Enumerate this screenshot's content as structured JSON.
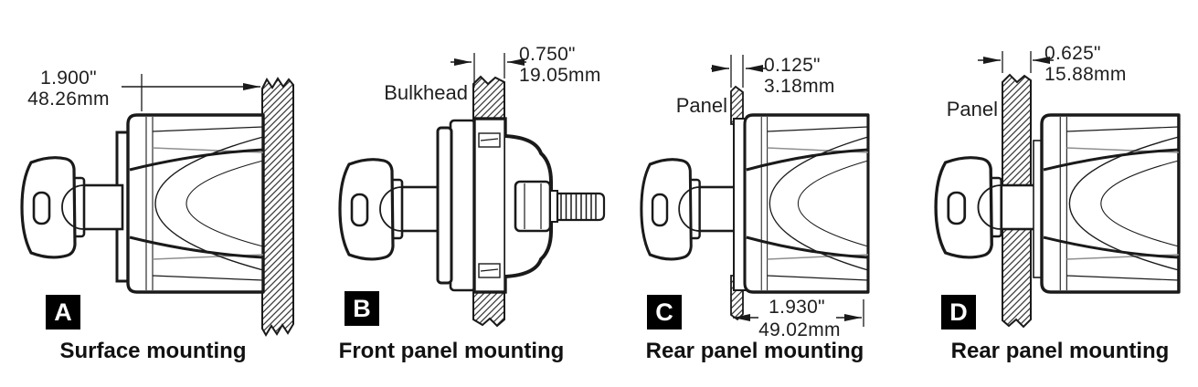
{
  "figure_name": "Switch mounting options diagram",
  "colors": {
    "line": "#1a1a1a",
    "secondary_line": "#8f8f8f",
    "background": "#ffffff",
    "label_bg": "#000000",
    "label_text": "#ffffff",
    "hatch": "#3a3a3a"
  },
  "panels": [
    {
      "label": "A",
      "caption": "Surface mounting",
      "dim_in": "1.900\"",
      "dim_mm": "48.26mm"
    },
    {
      "label": "B",
      "caption": "Front panel mounting",
      "annotation": "Bulkhead",
      "dim_in": "0.750\"",
      "dim_mm": "19.05mm"
    },
    {
      "label": "C",
      "caption": "Rear panel mounting",
      "annotation": "Panel",
      "dim_in": "0.125\"",
      "dim_mm": "3.18mm",
      "dim2_in": "1.930\"",
      "dim2_mm": "49.02mm"
    },
    {
      "label": "D",
      "caption": "Rear panel mounting",
      "annotation": "Panel",
      "dim_in": "0.625\"",
      "dim_mm": "15.88mm"
    }
  ]
}
